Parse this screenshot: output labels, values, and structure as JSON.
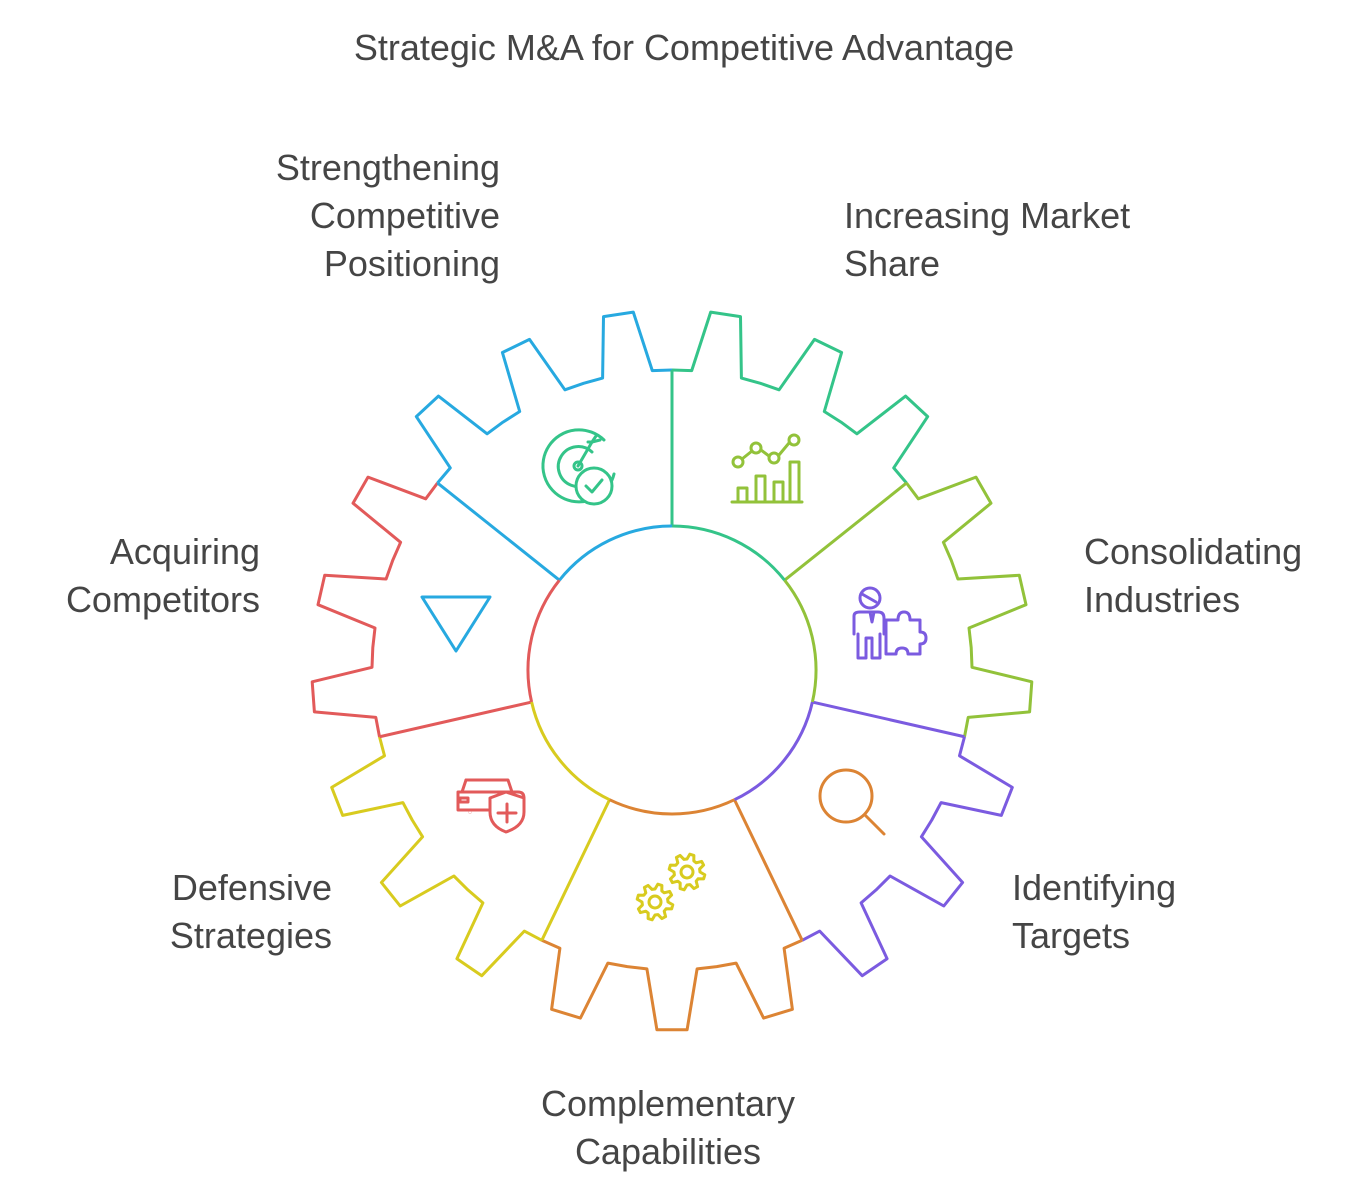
{
  "title": "Strategic M&A for Competitive Advantage",
  "segments": [
    {
      "id": "strengthening",
      "lines": [
        "Strengthening",
        "Competitive",
        "Positioning"
      ],
      "color": "#34c489",
      "icon": "target-check-icon"
    },
    {
      "id": "market-share",
      "lines": [
        "Increasing Market",
        "Share"
      ],
      "color": "#92c23a",
      "icon": "growth-chart-icon"
    },
    {
      "id": "consolidating",
      "lines": [
        "Consolidating",
        "Industries"
      ],
      "color": "#7b5be0",
      "icon": "person-puzzle-icon"
    },
    {
      "id": "identifying",
      "lines": [
        "Identifying",
        "Targets"
      ],
      "color": "#dc8434",
      "icon": "magnifier-icon"
    },
    {
      "id": "complementary",
      "lines": [
        "Complementary",
        "Capabilities"
      ],
      "color": "#d8cb1f",
      "icon": "gears-icon"
    },
    {
      "id": "defensive",
      "lines": [
        "Defensive",
        "Strategies"
      ],
      "color": "#e25a5a",
      "icon": "car-shield-icon"
    },
    {
      "id": "acquiring",
      "lines": [
        "Acquiring",
        "Competitors"
      ],
      "color": "#27a9e0",
      "icon": "triangle-icon"
    }
  ]
}
